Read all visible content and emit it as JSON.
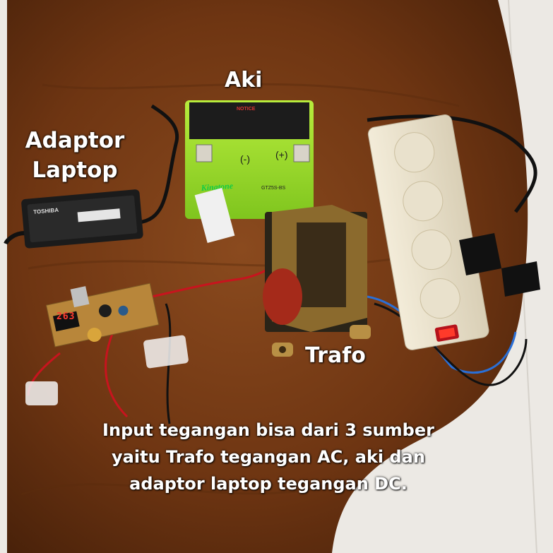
{
  "labels": {
    "aki": "Aki",
    "adaptor_line1": "Adaptor",
    "adaptor_line2": "Laptop",
    "trafo": "Trafo",
    "caption_line1": "Input tegangan bisa dari 3 sumber",
    "caption_line2": "yaitu Trafo tegangan AC, aki dan",
    "caption_line3": "adaptor laptop tegangan DC."
  },
  "objects": {
    "adaptor_brand": "TOSHIBA",
    "battery_brand": "Kingtone",
    "battery_model": "GTZ5S-BS",
    "battery_notice": "NOTICE",
    "battery_plus": "(+)",
    "battery_minus": "(-)",
    "voltmeter_reading": "263"
  }
}
